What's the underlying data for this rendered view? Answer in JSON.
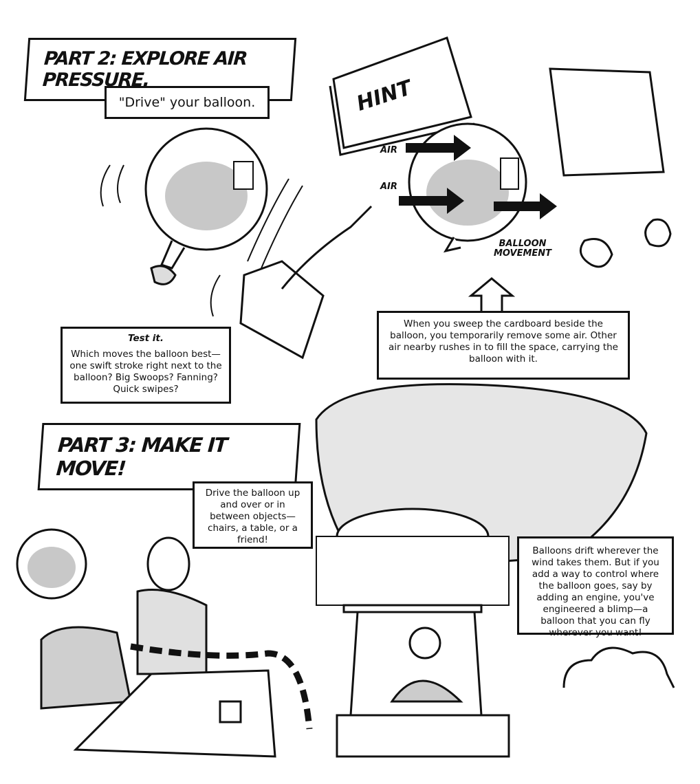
{
  "part2": {
    "title": "PART 2: EXPLORE AIR PRESSURE.",
    "subtitle": "\"Drive\" your balloon."
  },
  "hint": {
    "book_label": "HINT",
    "air_label_1": "AIR",
    "air_label_2": "AIR",
    "movement_label": "BALLOON MOVEMENT",
    "explanation": "When you sweep the cardboard beside the balloon, you temporarily remove some air. Other air nearby rushes in to fill the space, carrying the balloon with it."
  },
  "test": {
    "heading": "Test it.",
    "line1": "Which moves the balloon best—",
    "line2": "one swift stroke right next to the balloon? Big Swoops? Fanning? Quick swipes?"
  },
  "part3": {
    "title": "PART 3: MAKE IT MOVE!",
    "drive_text": "Drive the balloon up and over or in between objects—chairs, a table, or a friend!",
    "blimp_text": "Balloons drift wherever the wind takes them. But if you add a way to control where the balloon goes, say by adding an engine, you've engineered a blimp—a balloon that you can fly wherever you want!"
  },
  "colors": {
    "ink": "#111111",
    "shade": "#bdbdbd",
    "paper": "#ffffff"
  }
}
